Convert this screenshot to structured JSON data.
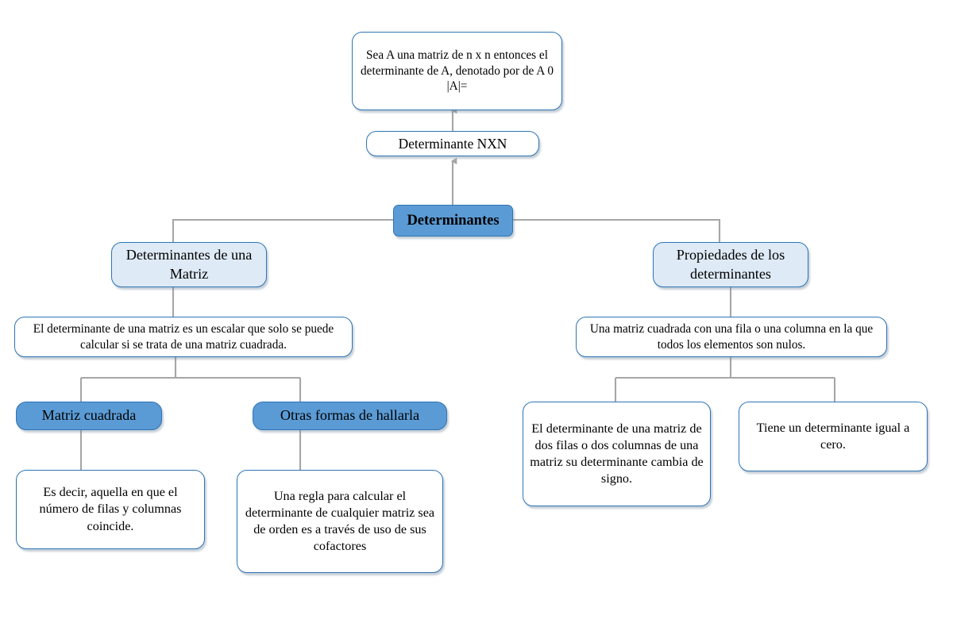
{
  "diagram": {
    "title": "Determinantes",
    "colors": {
      "border": "#2E74B5",
      "fill_white": "#FFFFFF",
      "fill_light_blue": "#DEEAF6",
      "fill_medium_blue": "#5B9BD5",
      "connector": "#A6A6A6",
      "text": "#000000"
    },
    "nodes": {
      "definition": "Sea A una matriz de n x n entonces el determinante de A, denotado por de A 0 |A|=",
      "determinante_nxn": "Determinante NXN",
      "root": "Determinantes",
      "left_branch": "Determinantes de una Matriz",
      "left_detail": "El determinante de una matriz es un escalar que solo se puede calcular si se trata de una matriz cuadrada.",
      "left_child_1": "Matriz cuadrada",
      "left_child_2": "Otras formas de hallarla",
      "left_leaf_1": "Es decir, aquella en que el número de filas y columnas coincide.",
      "left_leaf_2": "Una regla para calcular el determinante de cualquier matriz sea de orden es a través de uso de sus cofactores",
      "right_branch": "Propiedades de los determinantes",
      "right_detail": "Una matriz cuadrada con una fila o una columna en la que todos los elementos son nulos.",
      "right_leaf_1": "El determinante de una matriz de dos filas o dos columnas de una matriz su determinante cambia de signo.",
      "right_leaf_2": "Tiene un determinante igual a cero."
    }
  }
}
